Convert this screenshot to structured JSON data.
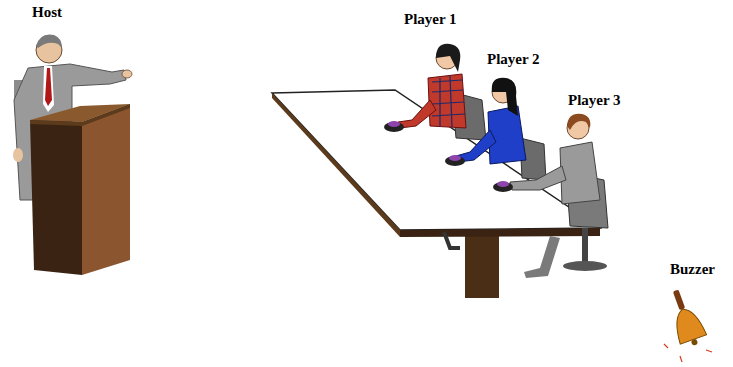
{
  "diagram": {
    "labels": [
      "Host",
      "Player 1",
      "Player 2",
      "Player 3",
      "Buzzer"
    ]
  }
}
